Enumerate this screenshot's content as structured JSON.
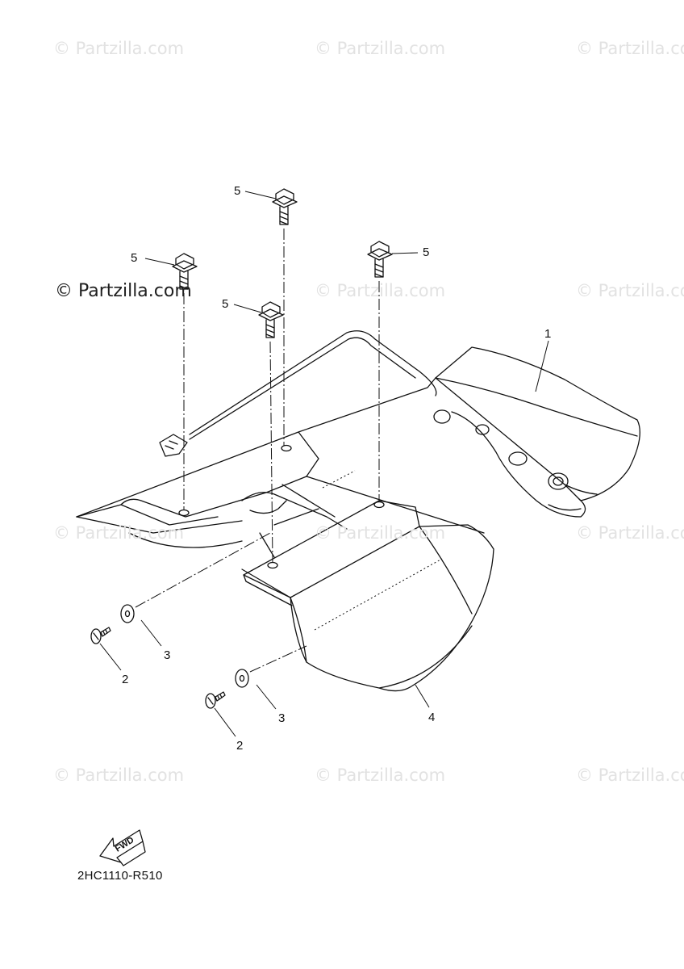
{
  "watermarks": {
    "faint": "© Partzilla.com",
    "prominent": "© Partzilla.com"
  },
  "callouts": {
    "seat": "1",
    "screw": "2",
    "washer": "3",
    "cover": "4",
    "bolt": "5"
  },
  "fwd_label": "FWD",
  "diagram_code": "2HC1110-R510",
  "colors": {
    "line": "#111111",
    "watermark": "#e2e2e2"
  }
}
